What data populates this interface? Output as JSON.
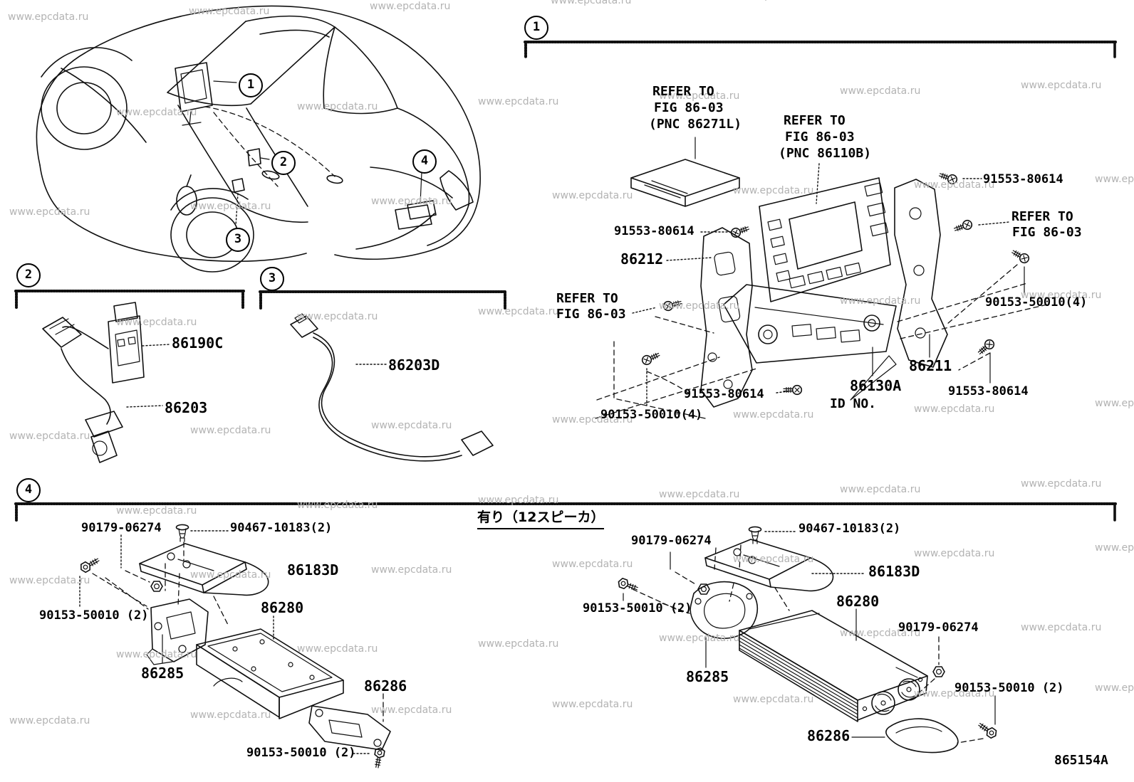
{
  "watermark": {
    "text": "www.epcdata.ru",
    "color": "#b3b3b3"
  },
  "diagram_code": "865154A",
  "callouts": {
    "c1": "1",
    "c2": "2",
    "c3": "3",
    "c4": "4"
  },
  "notes": {
    "refer_fig": "REFER TO",
    "fig": "FIG 86-03",
    "pnc_86271l": "(PNC 86271L)",
    "pnc_86110b": "(PNC 86110B)",
    "id_no": "ID NO.",
    "speaker_12": "有り（12スピーカ）"
  },
  "parts": {
    "p91553": "91553-80614",
    "p86212": "86212",
    "p90153_4": "90153-50010(4)",
    "p86211": "86211",
    "p86130a": "86130A",
    "p86190c": "86190C",
    "p86203": "86203",
    "p86203d": "86203D",
    "p90179": "90179-06274",
    "p90467": "90467-10183(2)",
    "p86183d": "86183D",
    "p90153_2": "90153-50010 (2)",
    "p86280": "86280",
    "p86285": "86285",
    "p86286": "86286"
  }
}
